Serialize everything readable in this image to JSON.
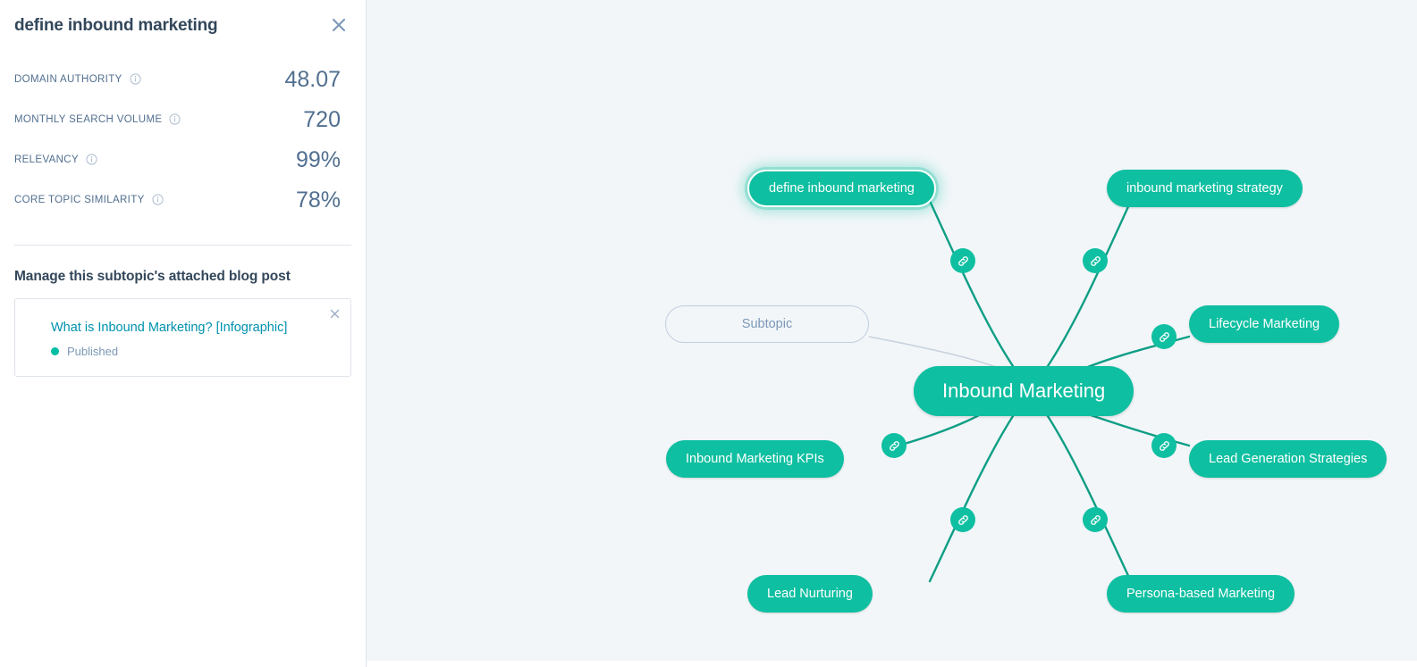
{
  "panel": {
    "title": "define inbound marketing",
    "close_icon": "close-icon",
    "metrics": [
      {
        "label": "DOMAIN AUTHORITY",
        "value": "48.07",
        "info_icon": "info-icon"
      },
      {
        "label": "MONTHLY SEARCH VOLUME",
        "value": "720",
        "info_icon": "info-icon"
      },
      {
        "label": "RELEVANCY",
        "value": "99%",
        "info_icon": "info-icon"
      },
      {
        "label": "CORE TOPIC SIMILARITY",
        "value": "78%",
        "info_icon": "info-icon"
      }
    ],
    "section_title": "Manage this subtopic's attached blog post",
    "post": {
      "title": "What is Inbound Marketing? [Infographic]",
      "status": "Published",
      "status_color": "#00bda5",
      "remove_icon": "close-icon"
    }
  },
  "canvas": {
    "background": "#f2f6f9",
    "accent": "#0fbfa1",
    "edge_color": "#0e9e85",
    "placeholder_edge_color": "#c9d2de",
    "center_node": {
      "label": "Inbound Marketing"
    },
    "placeholder_node": {
      "label": "Subtopic"
    },
    "subtopics": [
      {
        "label": "define inbound marketing",
        "selected": true
      },
      {
        "label": "inbound marketing strategy",
        "selected": false
      },
      {
        "label": "Lifecycle Marketing",
        "selected": false
      },
      {
        "label": "Lead Generation Strategies",
        "selected": false
      },
      {
        "label": "Persona-based Marketing",
        "selected": false
      },
      {
        "label": "Lead Nurturing",
        "selected": false
      },
      {
        "label": "Inbound Marketing KPIs",
        "selected": false
      }
    ],
    "link_badges": [
      {
        "icon": "link-icon"
      },
      {
        "icon": "link-icon"
      },
      {
        "icon": "link-icon"
      },
      {
        "icon": "link-icon"
      },
      {
        "icon": "link-icon"
      },
      {
        "icon": "link-icon"
      }
    ]
  }
}
